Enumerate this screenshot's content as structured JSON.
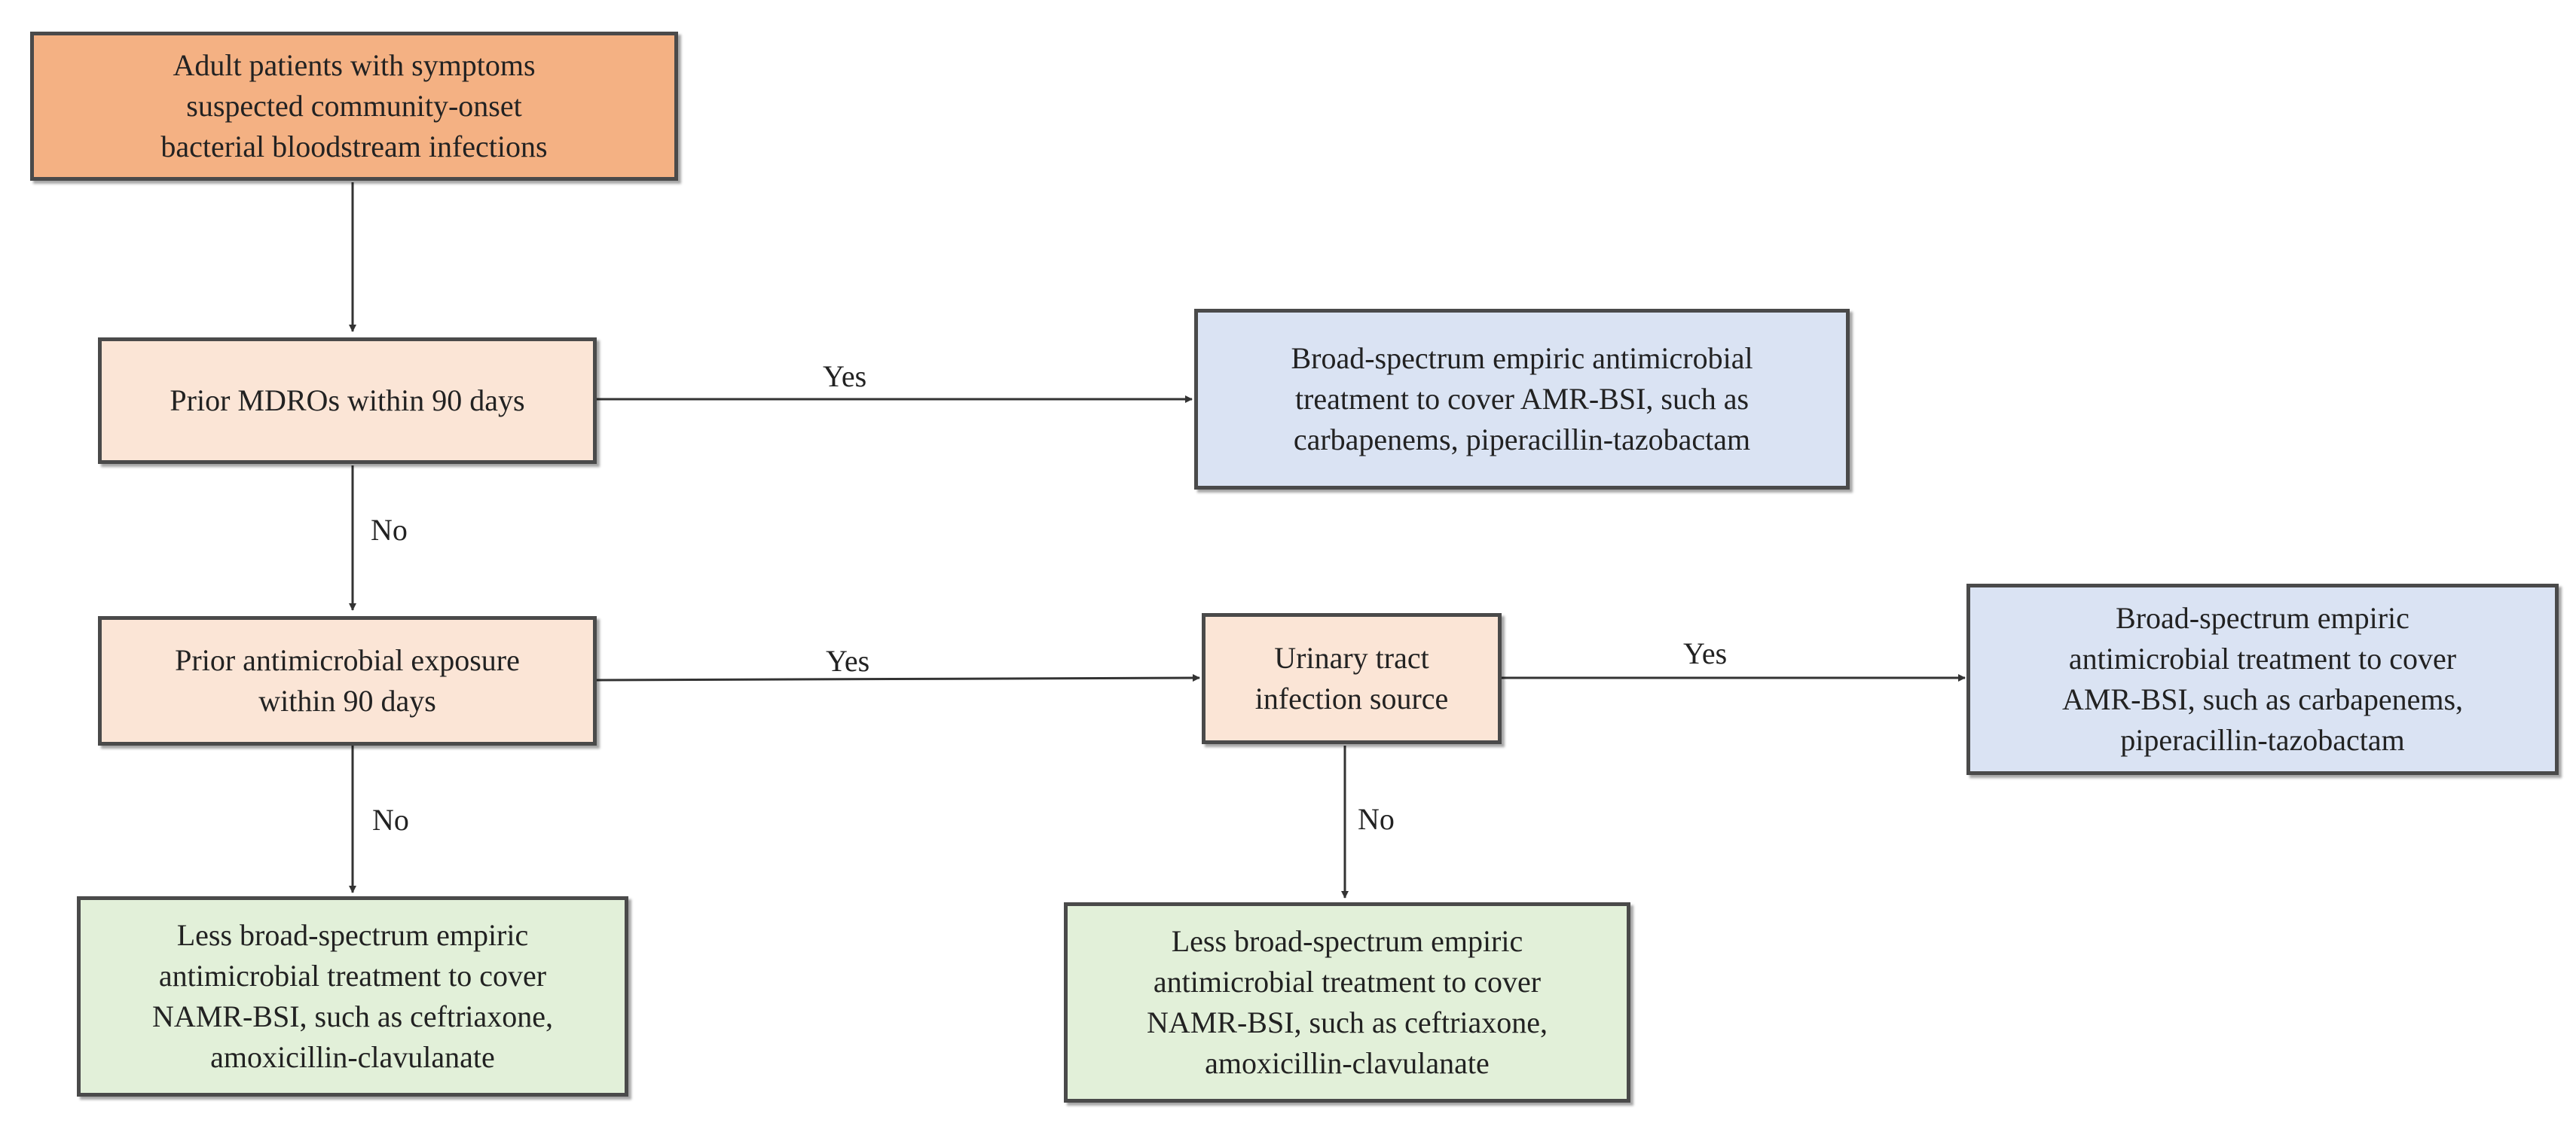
{
  "nodes": {
    "start": "Adult patients with symptoms\nsuspected community-onset\nbacterial bloodstream infections",
    "mdro": "Prior MDROs within 90 days",
    "exposure": "Prior antimicrobial exposure\nwithin 90 days",
    "uti": "Urinary tract\ninfection source",
    "broad1": "Broad-spectrum empiric antimicrobial\ntreatment to cover AMR-BSI, such as\ncarbapenems, piperacillin-tazobactam",
    "broad2": "Broad-spectrum empiric\nantimicrobial treatment to cover\nAMR-BSI, such as carbapenems,\npiperacillin-tazobactam",
    "less1": "Less broad-spectrum empiric\nantimicrobial treatment to cover\nNAMR-BSI, such as ceftriaxone,\namoxicillin-clavulanate",
    "less2": "Less broad-spectrum empiric\nantimicrobial treatment to cover\nNAMR-BSI, such as ceftriaxone,\namoxicillin-clavulanate"
  },
  "edge_labels": {
    "mdro_yes": "Yes",
    "mdro_no": "No",
    "exposure_yes": "Yes",
    "exposure_no": "No",
    "uti_yes": "Yes",
    "uti_no": "No"
  },
  "colors": {
    "start": "#f4b183",
    "decision": "#fbe5d6",
    "broad": "#dae3f3",
    "less": "#e2f0d9",
    "border": "#4a4a4a"
  }
}
